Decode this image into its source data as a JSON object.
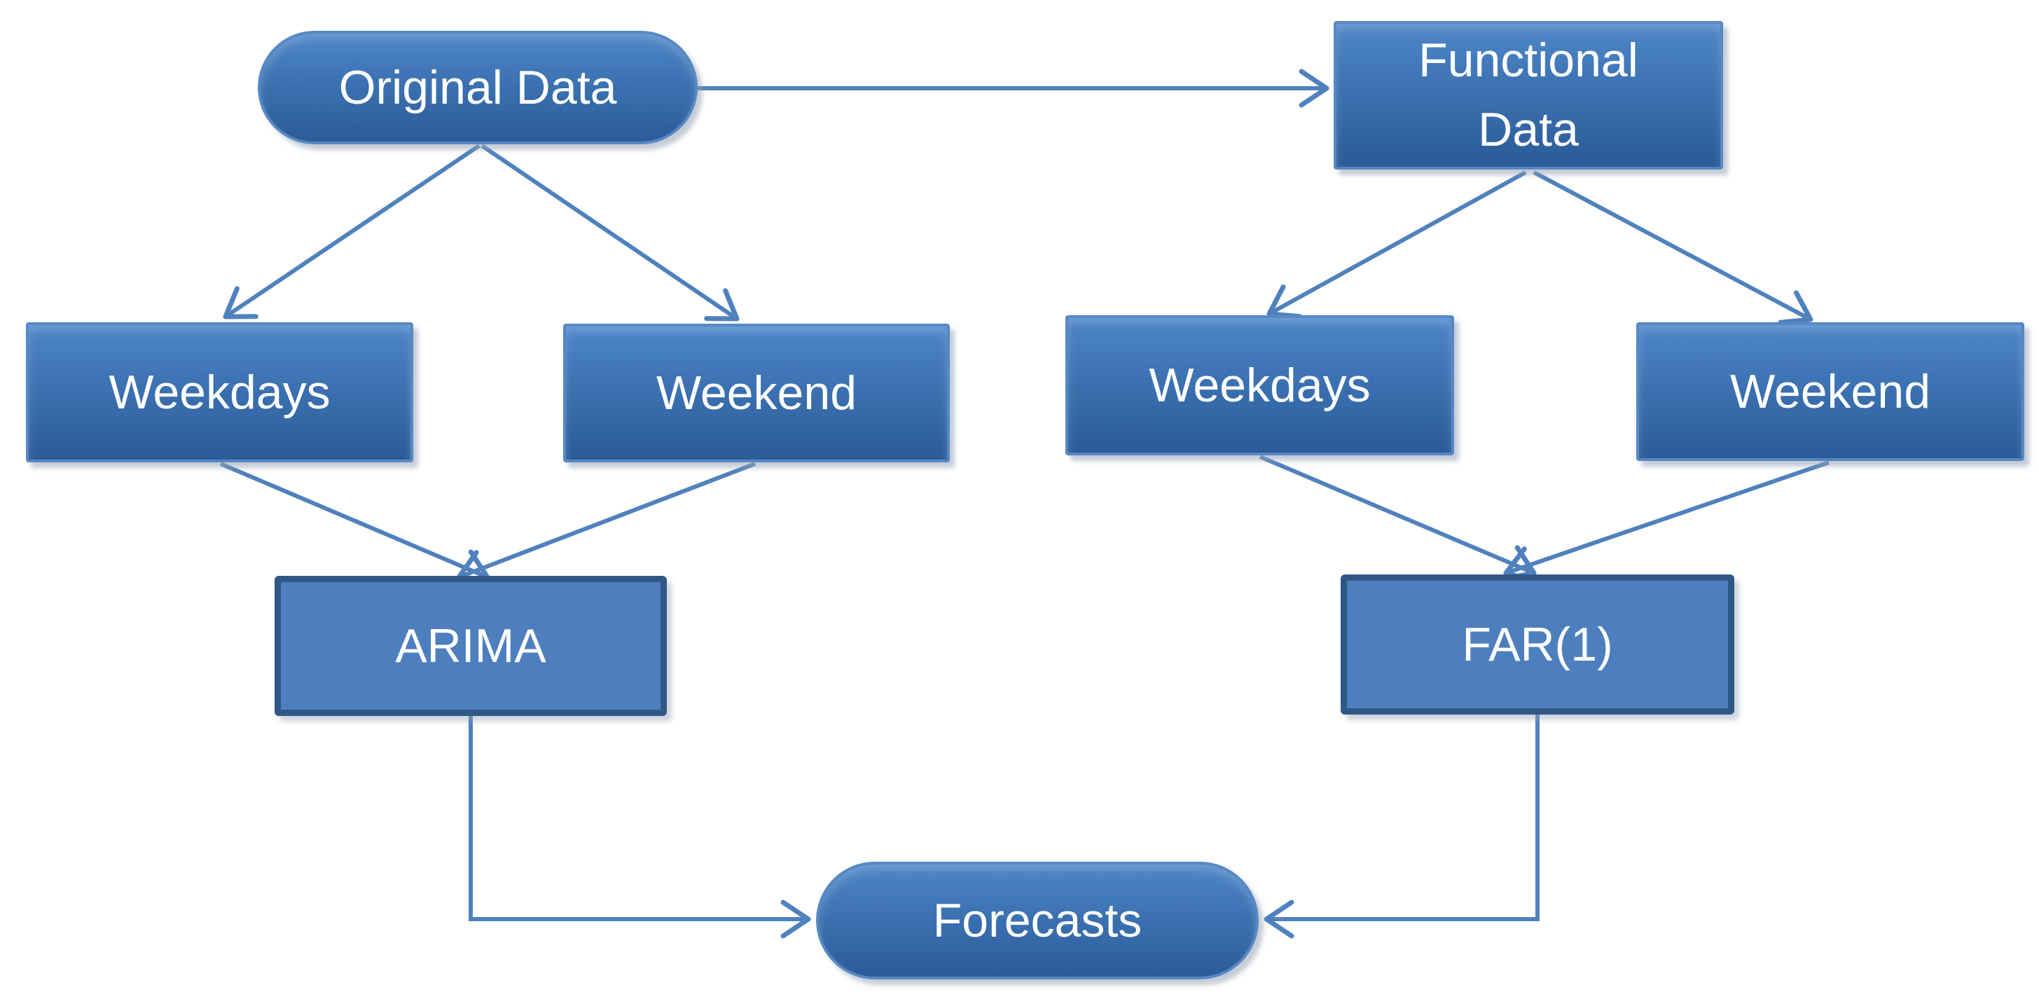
{
  "diagram": {
    "nodes": {
      "original_data": {
        "label": "Original Data",
        "shape": "rounded-pill"
      },
      "functional_data": {
        "label": "Functional Data",
        "shape": "rectangle"
      },
      "weekdays_original": {
        "label": "Weekdays",
        "shape": "rectangle"
      },
      "weekend_original": {
        "label": "Weekend",
        "shape": "rectangle"
      },
      "weekdays_functional": {
        "label": "Weekdays",
        "shape": "rectangle"
      },
      "weekend_functional": {
        "label": "Weekend",
        "shape": "rectangle"
      },
      "arima": {
        "label": "ARIMA",
        "shape": "outlined-rectangle"
      },
      "far1": {
        "label": "FAR(1)",
        "shape": "outlined-rectangle"
      },
      "forecasts": {
        "label": "Forecasts",
        "shape": "rounded-pill"
      }
    },
    "edges": [
      {
        "from": "original_data",
        "to": "functional_data"
      },
      {
        "from": "original_data",
        "to": "weekdays_original"
      },
      {
        "from": "original_data",
        "to": "weekend_original"
      },
      {
        "from": "functional_data",
        "to": "weekdays_functional"
      },
      {
        "from": "functional_data",
        "to": "weekend_functional"
      },
      {
        "from": "weekdays_original",
        "to": "arima"
      },
      {
        "from": "weekend_original",
        "to": "arima"
      },
      {
        "from": "weekdays_functional",
        "to": "far1"
      },
      {
        "from": "weekend_functional",
        "to": "far1"
      },
      {
        "from": "arima",
        "to": "forecasts"
      },
      {
        "from": "far1",
        "to": "forecasts"
      }
    ]
  },
  "colors": {
    "edge": "#4f81bd",
    "node_fill_top": "#4e86c8",
    "node_fill_mid": "#3b71b1",
    "node_fill_bottom": "#2b5b98",
    "node_border": "#5688c4",
    "model_fill": "#4d7fbe",
    "model_border": "#2f5886",
    "text": "#ffffff",
    "background": "#ffffff"
  }
}
